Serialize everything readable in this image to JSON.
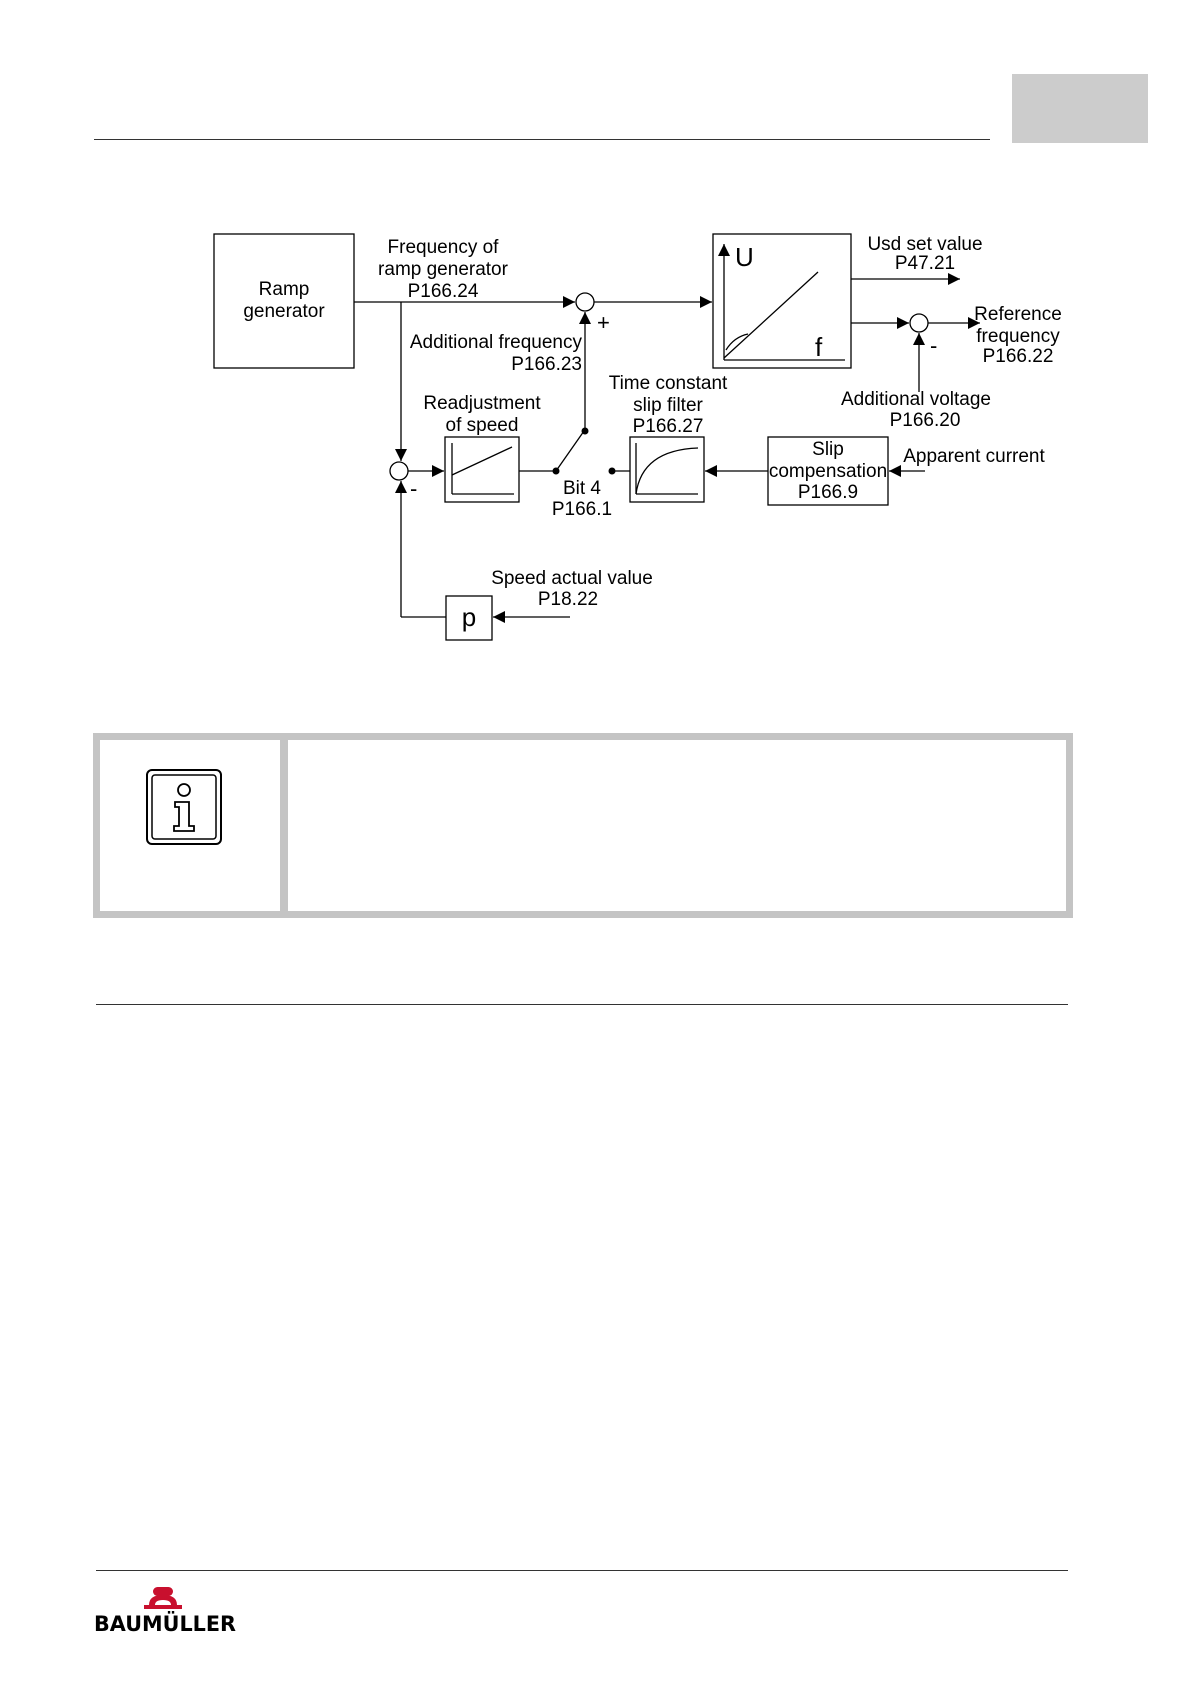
{
  "diagram": {
    "ramp_block": {
      "line1": "Ramp",
      "line2": "generator"
    },
    "freq_ramp_label": {
      "line1": "Frequency of",
      "line2": "ramp generator",
      "line3": "P166.24"
    },
    "additional_freq_label": {
      "line1": "Additional frequency",
      "line2": "P166.23"
    },
    "uf_block": {
      "axis_u": "U",
      "axis_f": "f"
    },
    "usd_label": {
      "line1": "Usd set value",
      "line2": "P47.21"
    },
    "reference_label": {
      "line1": "Reference",
      "line2": "frequency",
      "line3": "P166.22"
    },
    "additional_voltage_label": {
      "line1": "Additional voltage",
      "line2": "P166.20"
    },
    "readjust_label": {
      "line1": "Readjustment",
      "line2": "of speed"
    },
    "time_constant_label": {
      "line1": "Time constant",
      "line2": "slip filter",
      "line3": "P166.27"
    },
    "slip_block": {
      "line1": "Slip",
      "line2": "compensation",
      "line3": "P166.9"
    },
    "apparent_current_label": "Apparent current",
    "switch_label": {
      "line1": "Bit 4",
      "line2": "P166.1"
    },
    "speed_actual_label": {
      "line1": "Speed actual value",
      "line2": "P18.22"
    },
    "p_block": "p",
    "plus_top": "+",
    "minus_left": "-",
    "minus_right": "-"
  },
  "footer": {
    "logo_text": "BAUMÜLLER"
  }
}
